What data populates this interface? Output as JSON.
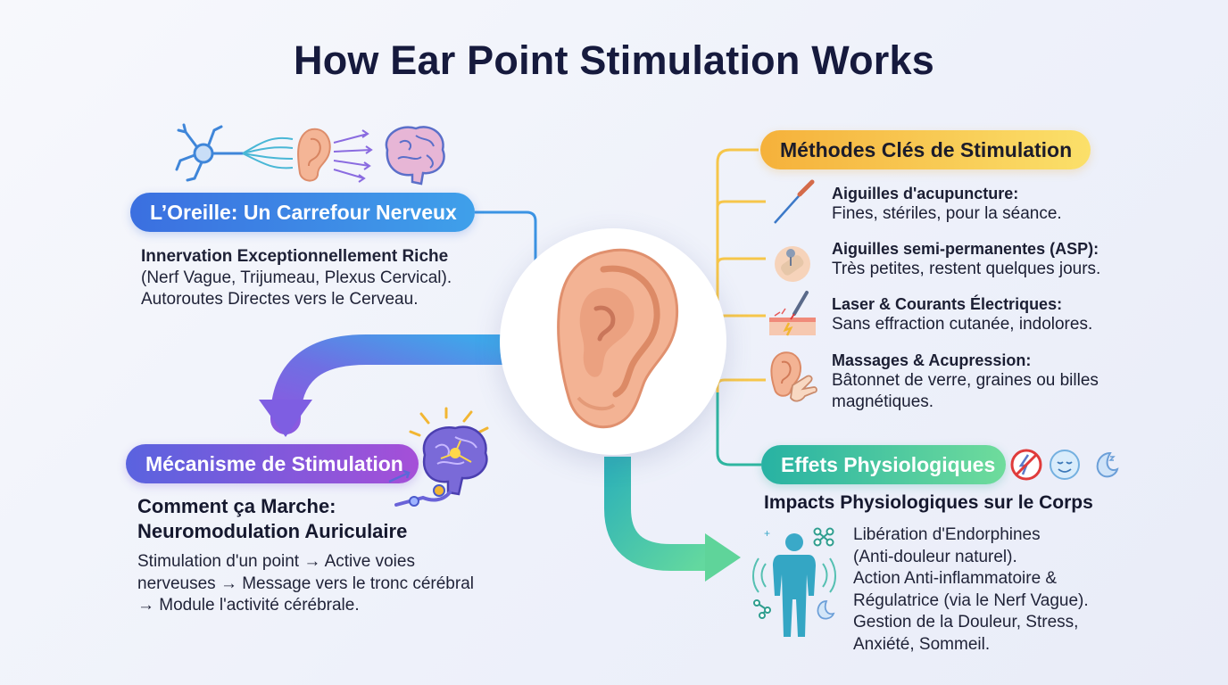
{
  "title": "How Ear Point Stimulation Works",
  "oreille": {
    "label": "L’Oreille: Un Carrefour Nerveux",
    "line1": "Innervation Exceptionnellement Riche",
    "line2": "(Nerf Vague, Trijumeau, Plexus Cervical).",
    "line3": "Autoroutes Directes vers le Cerveau."
  },
  "mecanisme": {
    "label": "Mécanisme de Stimulation",
    "head1": "Comment ça Marche:",
    "head2": "Neuromodulation Auriculaire",
    "line1": "Stimulation d'un point → Active voies",
    "line2": "nerveuses → Message vers le tronc cérébral",
    "line3": "→ Module l'activité cérébrale."
  },
  "methodes": {
    "label": "Méthodes Clés de Stimulation",
    "items": [
      {
        "title": "Aiguilles d'acupuncture:",
        "desc": [
          "Fines, stériles, pour la séance."
        ],
        "icon": "acupuncture-needle-icon"
      },
      {
        "title": "Aiguilles semi-permanentes (ASP):",
        "desc": [
          "Très petites, restent quelques jours."
        ],
        "icon": "asp-patch-icon"
      },
      {
        "title": "Laser & Courants Électriques:",
        "desc": [
          "Sans effraction cutanée, indolores."
        ],
        "icon": "laser-skin-icon"
      },
      {
        "title": "Massages & Acupression:",
        "desc": [
          "Bâtonnet de verre, graines ou billes",
          "magnétiques."
        ],
        "icon": "ear-massage-icon"
      }
    ]
  },
  "effets": {
    "label": "Effets Physiologiques",
    "impacts_head": "Impacts Physiologiques sur le Corps",
    "lines": [
      "Libération d'Endorphines",
      "(Anti-douleur naturel).",
      "Action Anti-inflammatoire &",
      "Régulatrice (via le Nerf Vague).",
      "Gestion de la Douleur, Stress,",
      "Anxiété, Sommeil."
    ]
  },
  "colors": {
    "oreille": "#3b7fe6",
    "mecanisme": "#7a5ae0",
    "methodes": "#f5b13b",
    "effets": "#2fb6a0",
    "ear_skin": "#f3b394"
  }
}
